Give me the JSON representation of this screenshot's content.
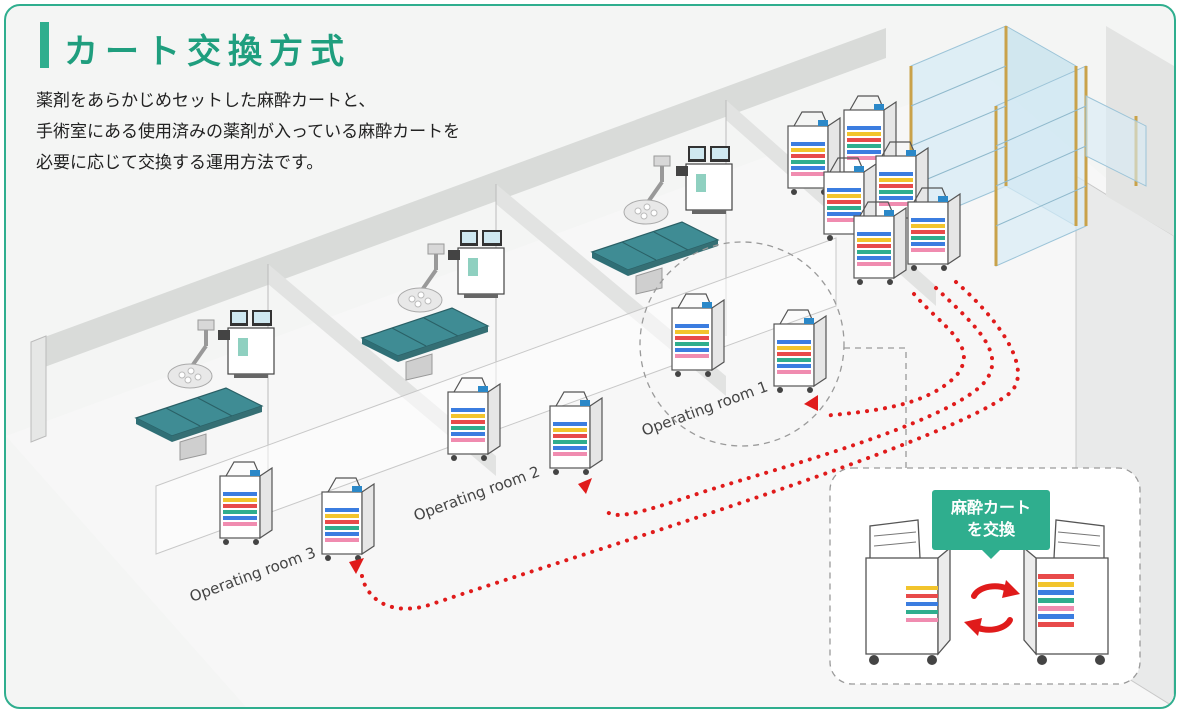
{
  "heading": {
    "title": "カート交換方式"
  },
  "description": {
    "line1": "薬剤をあらかじめセットした麻酔カートと、",
    "line2": "手術室にある使用済みの薬剤が入っている麻酔カートを",
    "line3": "必要に応じて交換する運用方法です。"
  },
  "rooms": [
    {
      "label": "Operating room 1"
    },
    {
      "label": "Operating room 2"
    },
    {
      "label": "Operating room 3"
    }
  ],
  "callout": {
    "line1": "麻酔カート",
    "line2": "を交換"
  },
  "colors": {
    "accent": "#2fae8e",
    "route": "#e01b1b",
    "table": "#3f8c94",
    "shelf": "#c9a24a"
  },
  "icons": [
    "surgical-light-icon",
    "anesthesia-machine-icon",
    "operating-table-icon",
    "anesthesia-cart-icon",
    "storage-shelf-icon",
    "exchange-arrows-icon"
  ]
}
